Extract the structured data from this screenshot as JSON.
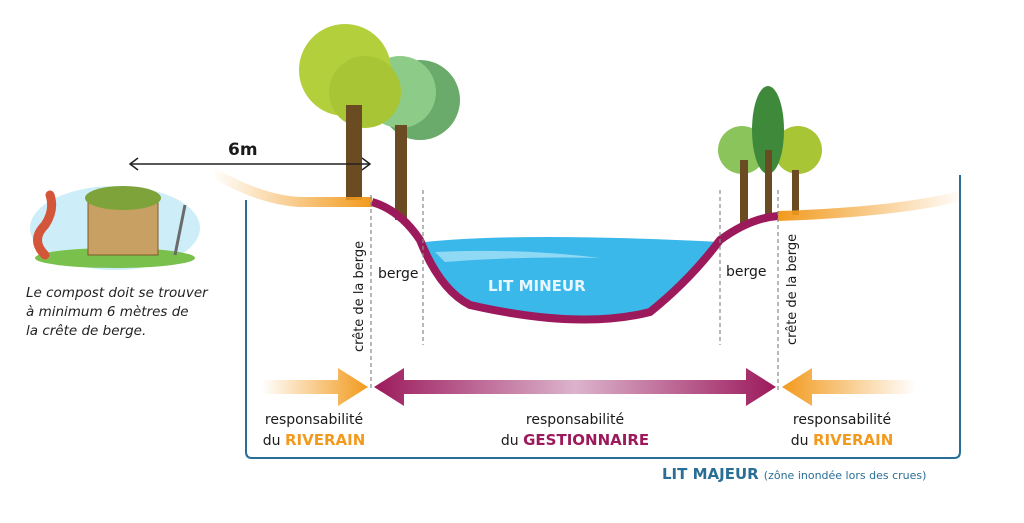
{
  "distance_label": "6m",
  "compost_note": [
    "Le compost doit se trouver",
    "à minimum 6 mètres de",
    "la crête de berge."
  ],
  "labels": {
    "crete_left": "crête de la berge",
    "crete_right": "crête de la berge",
    "berge_left": "berge",
    "berge_right": "berge",
    "lit_mineur": "LIT MINEUR"
  },
  "responsibilities": {
    "left": {
      "line1": "responsabilité",
      "prefix": "du",
      "who": "RIVERAIN"
    },
    "center": {
      "line1": "responsabilité",
      "prefix": "du",
      "who": "GESTIONNAIRE"
    },
    "right": {
      "line1": "responsabilité",
      "prefix": "du",
      "who": "RIVERAIN"
    }
  },
  "lit_majeur": {
    "title": "LIT MAJEUR",
    "subtitle": "(zône inondée lors des crues)"
  },
  "colors": {
    "riverain": "#f29a1d",
    "gestionnaire": "#9c1a5c",
    "water": "#3bb8ea",
    "frame": "#2a6e96"
  }
}
